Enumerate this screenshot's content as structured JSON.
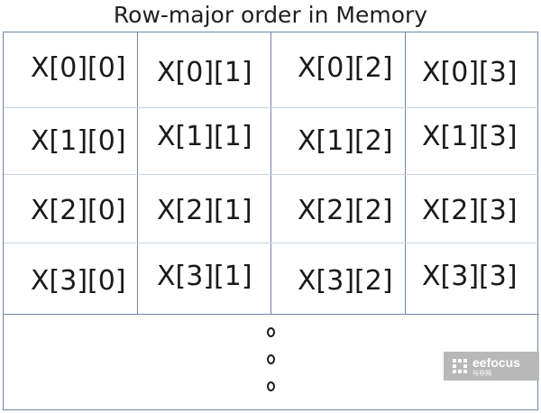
{
  "title": "Row-major order in Memory",
  "rows": [
    [
      "X[0][0]",
      "X[0][1]",
      "X[0][2]",
      "X[0][3]"
    ],
    [
      "X[1][0]",
      "X[1][1]",
      "X[1][2]",
      "X[1][3]"
    ],
    [
      "X[2][0]",
      "X[2][1]",
      "X[2][2]",
      "X[2][3]"
    ],
    [
      "X[3][0]",
      "X[3][1]",
      "X[3][2]",
      "X[3][3]"
    ]
  ],
  "continuation_dots": [
    "o",
    "o",
    "o"
  ],
  "watermark": {
    "brand": "eefocus",
    "sub": "与非网"
  },
  "colors": {
    "grid_line": "#6f88a8",
    "row_divider": "#c8d3e0",
    "text": "#1a1a1a",
    "watermark_bg": "#b8b8b8"
  }
}
